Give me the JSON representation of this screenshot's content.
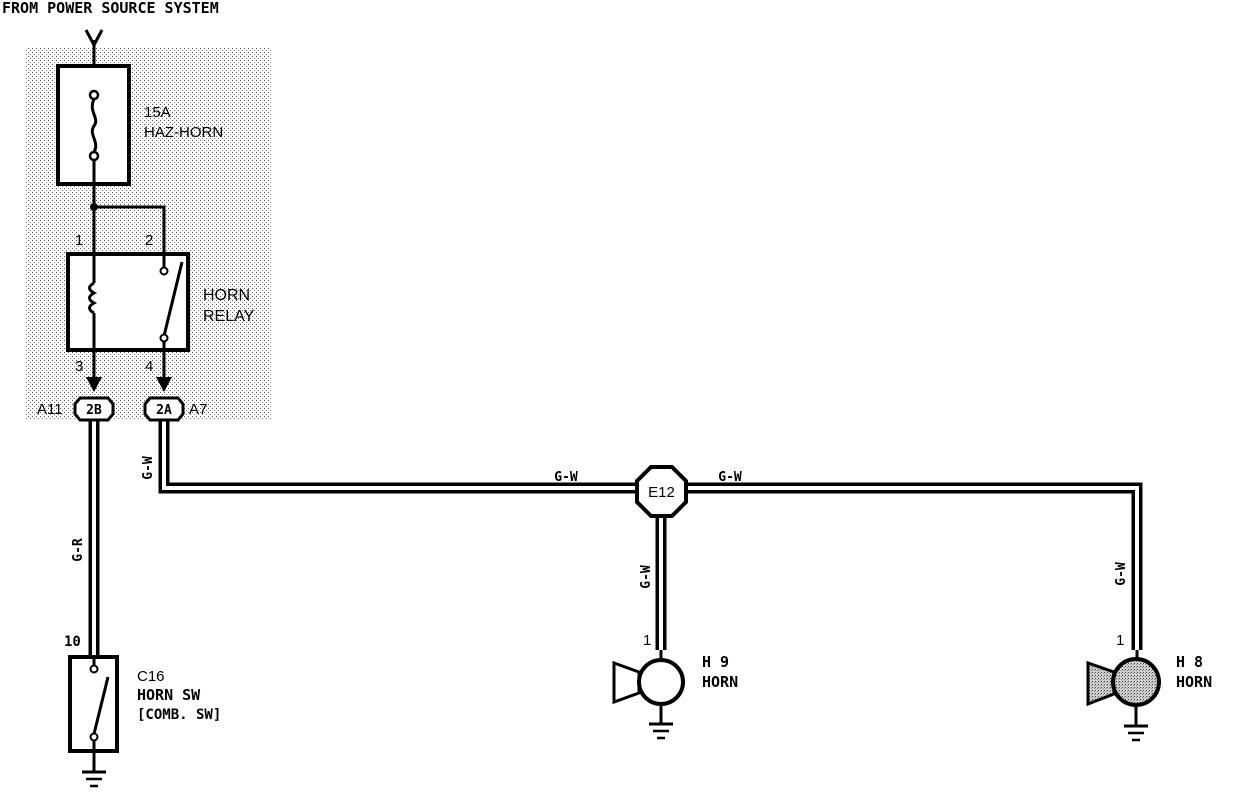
{
  "header": {
    "source_label": "FROM POWER SOURCE SYSTEM"
  },
  "fuse": {
    "rating": "15A",
    "name": "HAZ-HORN"
  },
  "relay": {
    "name_line1": "HORN",
    "name_line2": "RELAY",
    "pin1": "1",
    "pin2": "2",
    "pin3": "3",
    "pin4": "4"
  },
  "connectors": {
    "left": {
      "id": "2B",
      "label": "A11"
    },
    "right": {
      "id": "2A",
      "label": "A7"
    }
  },
  "wires": {
    "gr": "G-R",
    "gw_vertical_left": "G-W",
    "gw_top_left": "G-W",
    "gw_top_right": "G-W",
    "gw_mid_vertical": "G-W",
    "gw_right_vertical": "G-W"
  },
  "splice": {
    "id": "E12"
  },
  "horn_switch": {
    "pin": "10",
    "id": "C16",
    "name_line1": "HORN SW",
    "name_line2": "[COMB. SW]"
  },
  "horn_low": {
    "pin": "1",
    "id": "H 9",
    "name": "HORN"
  },
  "horn_high": {
    "pin": "1",
    "id": "H 8",
    "name": "HORN"
  }
}
